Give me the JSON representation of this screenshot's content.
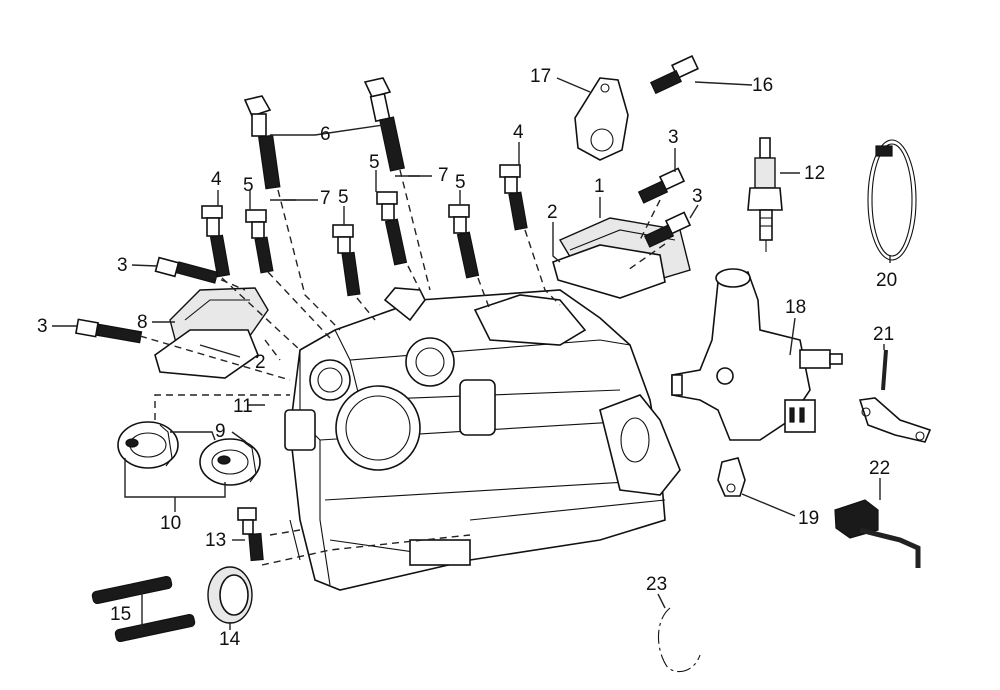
{
  "callouts": [
    "1",
    "2",
    "2",
    "3",
    "3",
    "3",
    "3",
    "4",
    "4",
    "5",
    "5",
    "5",
    "5",
    "6",
    "7",
    "7",
    "8",
    "9",
    "10",
    "11",
    "12",
    "13",
    "14",
    "15",
    "16",
    "17",
    "18",
    "19",
    "20",
    "21",
    "22",
    "23"
  ],
  "colors": {
    "line": "#111111",
    "fill": "#ffffff",
    "dark": "#1a1a1a"
  }
}
